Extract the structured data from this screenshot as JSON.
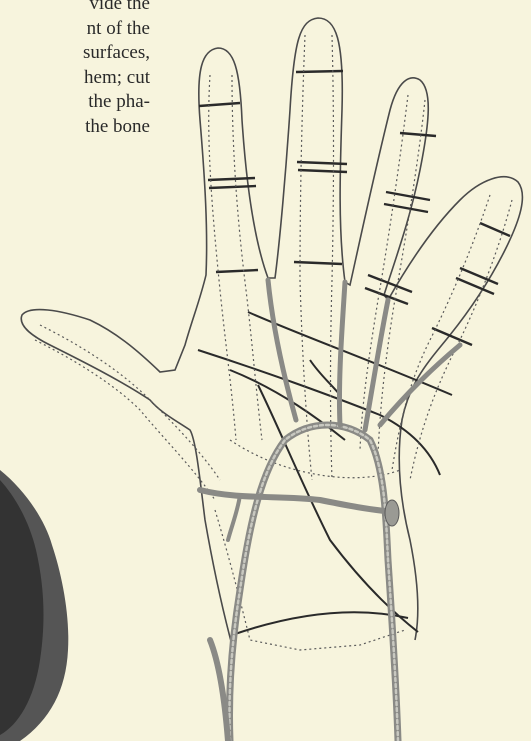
{
  "text": {
    "lines": [
      "vide the",
      "nt of the",
      "surfaces,",
      "hem; cut",
      "the pha-",
      "the bone"
    ]
  },
  "figure": {
    "subject": "hand-palm-anatomical-illustration",
    "line_color": "#3a3a3a",
    "vessel_color": "#8a8a86"
  }
}
